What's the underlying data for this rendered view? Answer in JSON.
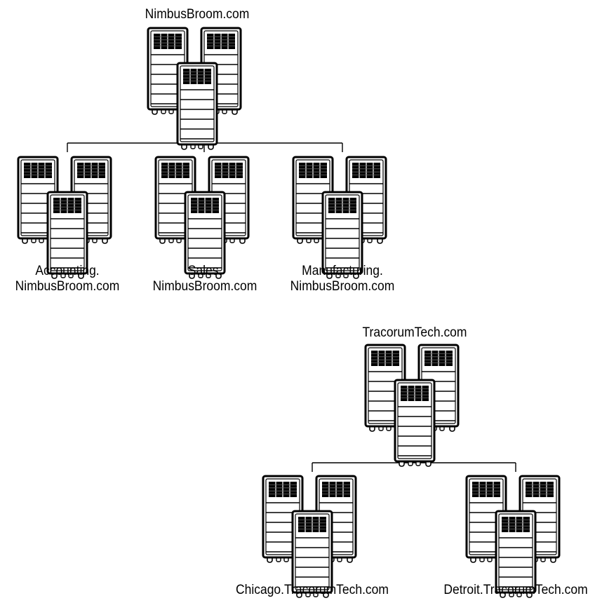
{
  "domains": [
    {
      "id": "nimbus-root",
      "name": "NimbusBroom.com",
      "label_lines": [
        "NimbusBroom.com"
      ],
      "level": "parent"
    },
    {
      "id": "nimbus-accounting",
      "name": "Accounting.NimbusBroom.com",
      "label_lines": [
        "Accounting.",
        "NimbusBroom.com"
      ],
      "level": "child",
      "parent": "nimbus-root"
    },
    {
      "id": "nimbus-sales",
      "name": "Sales.NimbusBroom.com",
      "label_lines": [
        "Sales.",
        "NimbusBroom.com"
      ],
      "level": "child",
      "parent": "nimbus-root"
    },
    {
      "id": "nimbus-manufacturing",
      "name": "Manufacturing.NimbusBroom.com",
      "label_lines": [
        "Manufacturing.",
        "NimbusBroom.com"
      ],
      "level": "child",
      "parent": "nimbus-root"
    },
    {
      "id": "tracorum-root",
      "name": "TracorumTech.com",
      "label_lines": [
        "TracorumTech.com"
      ],
      "level": "parent"
    },
    {
      "id": "tracorum-chicago",
      "name": "Chicago.TracorumTech.com",
      "label_lines": [
        "Chicago.TracorumTech.com"
      ],
      "level": "child",
      "parent": "tracorum-root"
    },
    {
      "id": "tracorum-detroit",
      "name": "Detroit.TracorumTech.com",
      "label_lines": [
        "Detroit.TracorumTech.com"
      ],
      "level": "child",
      "parent": "tracorum-root"
    }
  ],
  "icons": {
    "server_cluster": "server-cluster-icon"
  },
  "colors": {
    "line": "#000000",
    "fill": "#ffffff",
    "grille": "#000000"
  }
}
